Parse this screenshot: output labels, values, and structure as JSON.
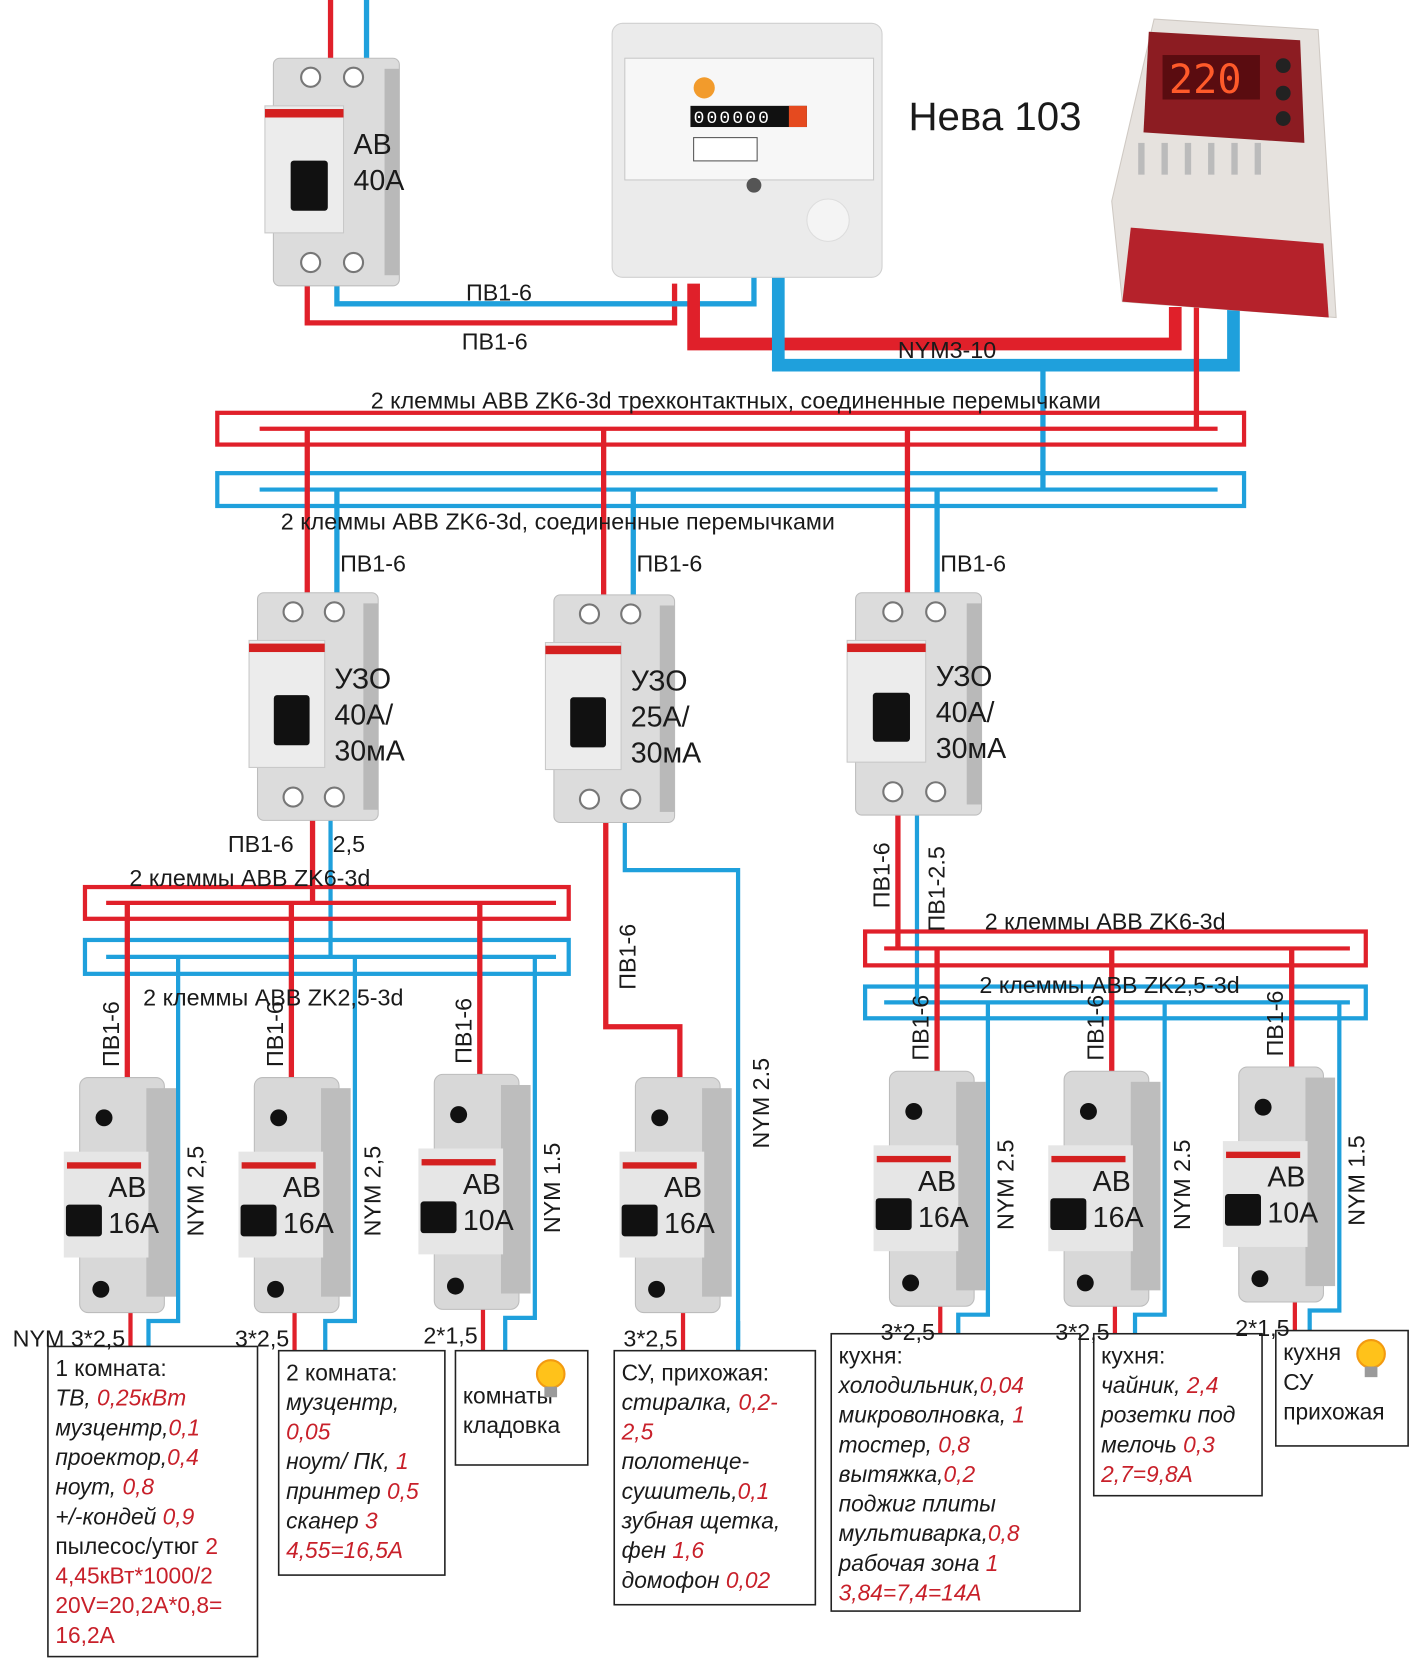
{
  "colors": {
    "phase": "#e0202a",
    "neutral": "#1fa0dc",
    "device": "#d6d6d6",
    "outline": "#222222"
  },
  "meter": {
    "title": "Нева 103",
    "display": "000000"
  },
  "relay": {
    "display": "220"
  },
  "main_breaker": {
    "lines": [
      "АВ",
      "40А"
    ]
  },
  "wires": {
    "meter_in_1": "ПВ1-6",
    "meter_in_2": "ПВ1-6",
    "relay_cable": "NYM3-10",
    "rcd1_in": "ПВ1-6",
    "rcd2_in": "ПВ1-6",
    "rcd3_in": "ПВ1-6",
    "rcd1_out_phase": "ПВ1-6",
    "rcd1_out_neutral": "2,5",
    "rcd2_out_phase": "ПВ1-6",
    "rcd2_out_neutral": "NYM 2.5",
    "rcd3_out_phase": "ПВ1-6",
    "rcd3_out_neutral": "ПВ1-2.5"
  },
  "terminals": {
    "main_phase": "2 клеммы ABB ZK6-3d трехконтактных, соединенные перемычками",
    "main_neutral": "2 клеммы ABB ZK6-3d, соединенные перемычками",
    "group1_phase": "2 клеммы ABB ZK6-3d",
    "group1_neutral": "2 клеммы ABB ZK2,5-3d",
    "group3_phase": "2 клеммы ABB ZK6-3d",
    "group3_neutral": "2 клеммы ABB ZK2,5-3d"
  },
  "rcds": [
    {
      "lines": [
        "УЗО",
        "40А/",
        "30мА"
      ]
    },
    {
      "lines": [
        "УЗО",
        "25А/",
        "30мА"
      ]
    },
    {
      "lines": [
        "УЗО",
        "40А/",
        "30мА"
      ]
    }
  ],
  "breakers": [
    {
      "lines": [
        "АВ",
        "16А"
      ],
      "in_label": "ПВ1-6",
      "out_label": "NYM 2,5",
      "cable": "NYM 3*2,5"
    },
    {
      "lines": [
        "АВ",
        "16А"
      ],
      "in_label": "ПВ1-6",
      "out_label": "NYM 2,5",
      "cable": "3*2,5"
    },
    {
      "lines": [
        "АВ",
        "10А"
      ],
      "in_label": "ПВ1-6",
      "out_label": "NYM 1.5",
      "cable": "2*1,5"
    },
    {
      "lines": [
        "АВ",
        "16А"
      ],
      "in_label": "",
      "out_label": "",
      "cable": "3*2,5"
    },
    {
      "lines": [
        "АВ",
        "16А"
      ],
      "in_label": "ПВ1-6",
      "out_label": "NYM 2.5",
      "cable": "3*2,5"
    },
    {
      "lines": [
        "АВ",
        "16А"
      ],
      "in_label": "ПВ1-6",
      "out_label": "NYM 2.5",
      "cable": "3*2,5"
    },
    {
      "lines": [
        "АВ",
        "10А"
      ],
      "in_label": "ПВ1-6",
      "out_label": "NYM 1.5",
      "cable": "2*1,5"
    }
  ],
  "loads": [
    {
      "bulb": false,
      "lines": [
        [
          {
            "text": "1 комната:"
          }
        ],
        [
          {
            "text": "ТВ, ",
            "italic": true
          },
          {
            "text": "0,25кВт",
            "italic": true,
            "red": true
          }
        ],
        [
          {
            "text": "музцентр,",
            "italic": true
          },
          {
            "text": "0,1",
            "italic": true,
            "red": true
          }
        ],
        [
          {
            "text": "проектор,",
            "italic": true
          },
          {
            "text": "0,4",
            "italic": true,
            "red": true
          }
        ],
        [
          {
            "text": "ноут, ",
            "italic": true
          },
          {
            "text": "0,8",
            "italic": true,
            "red": true
          }
        ],
        [
          {
            "text": "+/-кондей ",
            "italic": true
          },
          {
            "text": "0,9",
            "italic": true,
            "red": true
          }
        ],
        [
          {
            "text": "пылесос/утюг "
          },
          {
            "text": "2",
            "red": true
          }
        ],
        [
          {
            "text": "4,45кВт*1000/2",
            "red": true
          }
        ],
        [
          {
            "text": "20V=20,2A*0,8=",
            "red": true
          }
        ],
        [
          {
            "text": "16,2A",
            "red": true
          }
        ]
      ]
    },
    {
      "bulb": false,
      "lines": [
        [
          {
            "text": "2 комната:"
          }
        ],
        [
          {
            "text": "музцентр,",
            "italic": true
          }
        ],
        [
          {
            "text": "0,05",
            "italic": true,
            "red": true
          }
        ],
        [
          {
            "text": "ноут/ ПК, ",
            "italic": true
          },
          {
            "text": "1",
            "italic": true,
            "red": true
          }
        ],
        [
          {
            "text": "принтер ",
            "italic": true
          },
          {
            "text": "0,5",
            "italic": true,
            "red": true
          }
        ],
        [
          {
            "text": "сканер ",
            "italic": true
          },
          {
            "text": "3",
            "italic": true,
            "red": true
          }
        ],
        [
          {
            "text": "4,55=16,5A",
            "italic": true,
            "red": true
          }
        ]
      ]
    },
    {
      "bulb": true,
      "lines": [
        [
          {
            "text": "комнаты"
          }
        ],
        [
          {
            "text": "кладовка"
          }
        ]
      ]
    },
    {
      "bulb": false,
      "lines": [
        [
          {
            "text": "СУ, прихожая:"
          }
        ],
        [
          {
            "text": "стиралка, ",
            "italic": true
          },
          {
            "text": "0,2-",
            "italic": true,
            "red": true
          }
        ],
        [
          {
            "text": "2,5",
            "italic": true,
            "red": true
          }
        ],
        [
          {
            "text": "полотенце-",
            "italic": true
          }
        ],
        [
          {
            "text": "сушитель,",
            "italic": true
          },
          {
            "text": "0,1",
            "italic": true,
            "red": true
          }
        ],
        [
          {
            "text": "зубная щетка,",
            "italic": true
          }
        ],
        [
          {
            "text": "фен ",
            "italic": true
          },
          {
            "text": "1,6",
            "italic": true,
            "red": true
          }
        ],
        [
          {
            "text": "домофон ",
            "italic": true
          },
          {
            "text": "0,02",
            "italic": true,
            "red": true
          }
        ]
      ]
    },
    {
      "bulb": false,
      "lines": [
        [
          {
            "text": "кухня:"
          }
        ],
        [
          {
            "text": "холодильник,",
            "italic": true
          },
          {
            "text": "0,04",
            "italic": true,
            "red": true
          }
        ],
        [
          {
            "text": "микроволновка, ",
            "italic": true
          },
          {
            "text": "1",
            "italic": true,
            "red": true
          }
        ],
        [
          {
            "text": "тостер, ",
            "italic": true
          },
          {
            "text": "0,8",
            "italic": true,
            "red": true
          }
        ],
        [
          {
            "text": "вытяжка,",
            "italic": true
          },
          {
            "text": "0,2",
            "italic": true,
            "red": true
          }
        ],
        [
          {
            "text": "поджиг плиты",
            "italic": true
          }
        ],
        [
          {
            "text": "мультиварка,",
            "italic": true
          },
          {
            "text": "0,8",
            "italic": true,
            "red": true
          }
        ],
        [
          {
            "text": "рабочая зона ",
            "italic": true
          },
          {
            "text": "1",
            "italic": true,
            "red": true
          }
        ],
        [
          {
            "text": "3,84=7,4=14A",
            "italic": true,
            "red": true
          }
        ]
      ]
    },
    {
      "bulb": false,
      "lines": [
        [
          {
            "text": "кухня:"
          }
        ],
        [
          {
            "text": "чайник, ",
            "italic": true
          },
          {
            "text": "2,4",
            "italic": true,
            "red": true
          }
        ],
        [
          {
            "text": "розетки под",
            "italic": true
          }
        ],
        [
          {
            "text": "мелочь ",
            "italic": true
          },
          {
            "text": "0,3",
            "italic": true,
            "red": true
          }
        ],
        [
          {
            "text": "2,7=9,8A",
            "italic": true,
            "red": true
          }
        ]
      ]
    },
    {
      "bulb": true,
      "lines": [
        [
          {
            "text": "кухня"
          }
        ],
        [
          {
            "text": "СУ"
          }
        ],
        [
          {
            "text": "прихожая"
          }
        ]
      ]
    }
  ]
}
